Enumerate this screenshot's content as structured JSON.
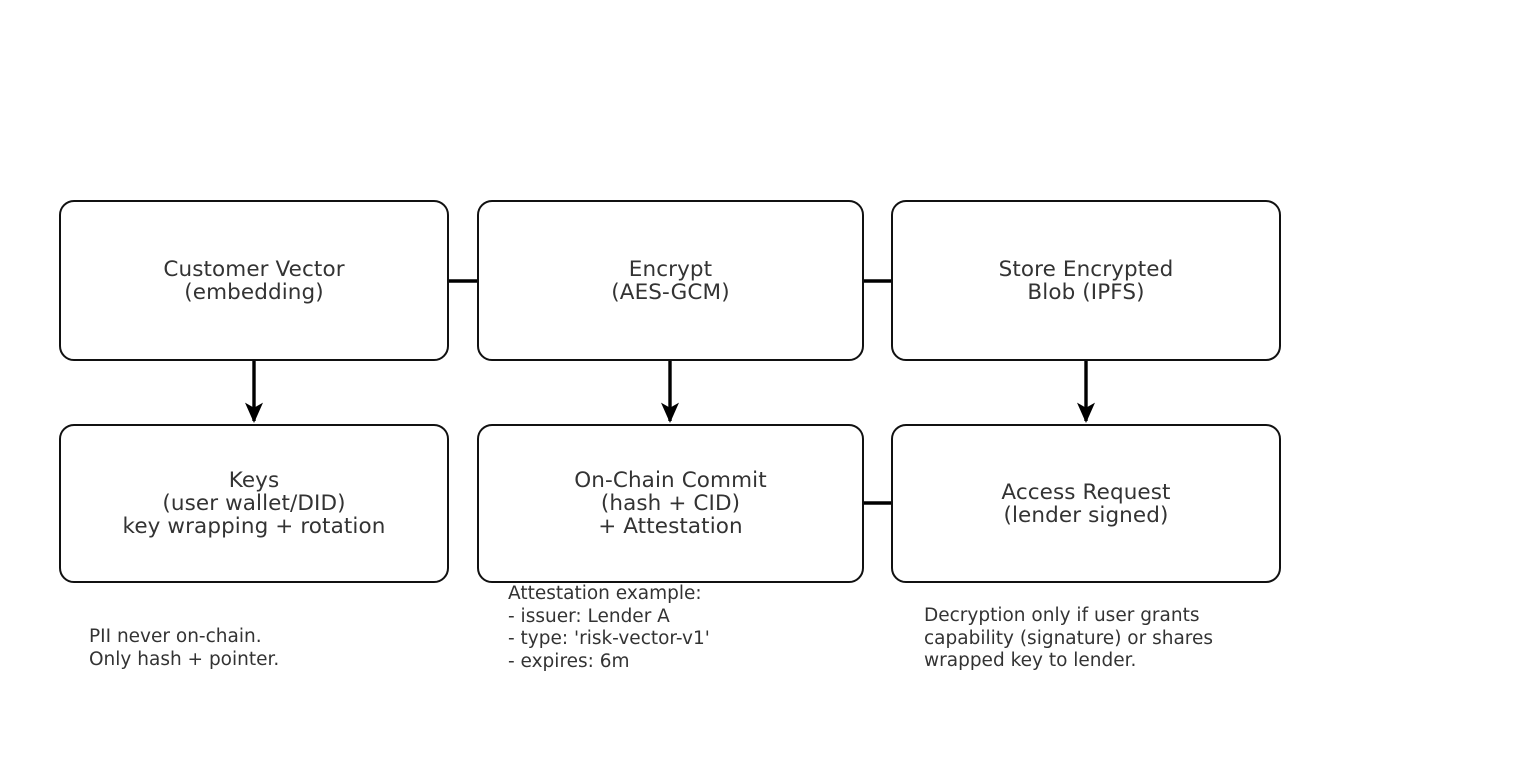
{
  "diagram": {
    "type": "flowchart",
    "background_color": "#ffffff",
    "stroke_color": "#111111",
    "text_color": "#333333",
    "nodes": [
      {
        "id": "customer-vector",
        "label": "Customer Vector\n(embedding)",
        "row": "top",
        "column": 1
      },
      {
        "id": "encrypt",
        "label": "Encrypt\n(AES-GCM)",
        "row": "top",
        "column": 2
      },
      {
        "id": "store-blob",
        "label": "Store Encrypted\nBlob (IPFS)",
        "row": "top",
        "column": 3
      },
      {
        "id": "keys",
        "label": "Keys\n(user wallet/DID)\nkey wrapping + rotation",
        "row": "bottom",
        "column": 1
      },
      {
        "id": "onchain-commit",
        "label": "On-Chain Commit\n(hash + CID)\n+ Attestation",
        "row": "bottom",
        "column": 2
      },
      {
        "id": "access-request",
        "label": "Access Request\n(lender signed)",
        "row": "bottom",
        "column": 3
      }
    ],
    "edges": [
      {
        "id": "customer-vector-to-encrypt",
        "from": "customer-vector",
        "to": "encrypt",
        "direction": "right"
      },
      {
        "id": "encrypt-to-store-blob",
        "from": "encrypt",
        "to": "store-blob",
        "direction": "right"
      },
      {
        "id": "customer-vector-to-keys",
        "from": "customer-vector",
        "to": "keys",
        "direction": "down"
      },
      {
        "id": "encrypt-to-onchain-commit",
        "from": "encrypt",
        "to": "onchain-commit",
        "direction": "down"
      },
      {
        "id": "store-blob-to-access-request",
        "from": "store-blob",
        "to": "access-request",
        "direction": "down"
      },
      {
        "id": "access-request-to-onchain-commit",
        "from": "access-request",
        "to": "onchain-commit",
        "direction": "left"
      }
    ],
    "captions": [
      {
        "id": "pii",
        "text": "PII never on-chain.\nOnly hash + pointer."
      },
      {
        "id": "attestation",
        "text": "Attestation example:\n- issuer: Lender A\n- type: 'risk-vector-v1'\n- expires: 6m"
      },
      {
        "id": "decryption",
        "text": "Decryption only if user grants\ncapability (signature) or shares\nwrapped key to lender."
      }
    ]
  }
}
